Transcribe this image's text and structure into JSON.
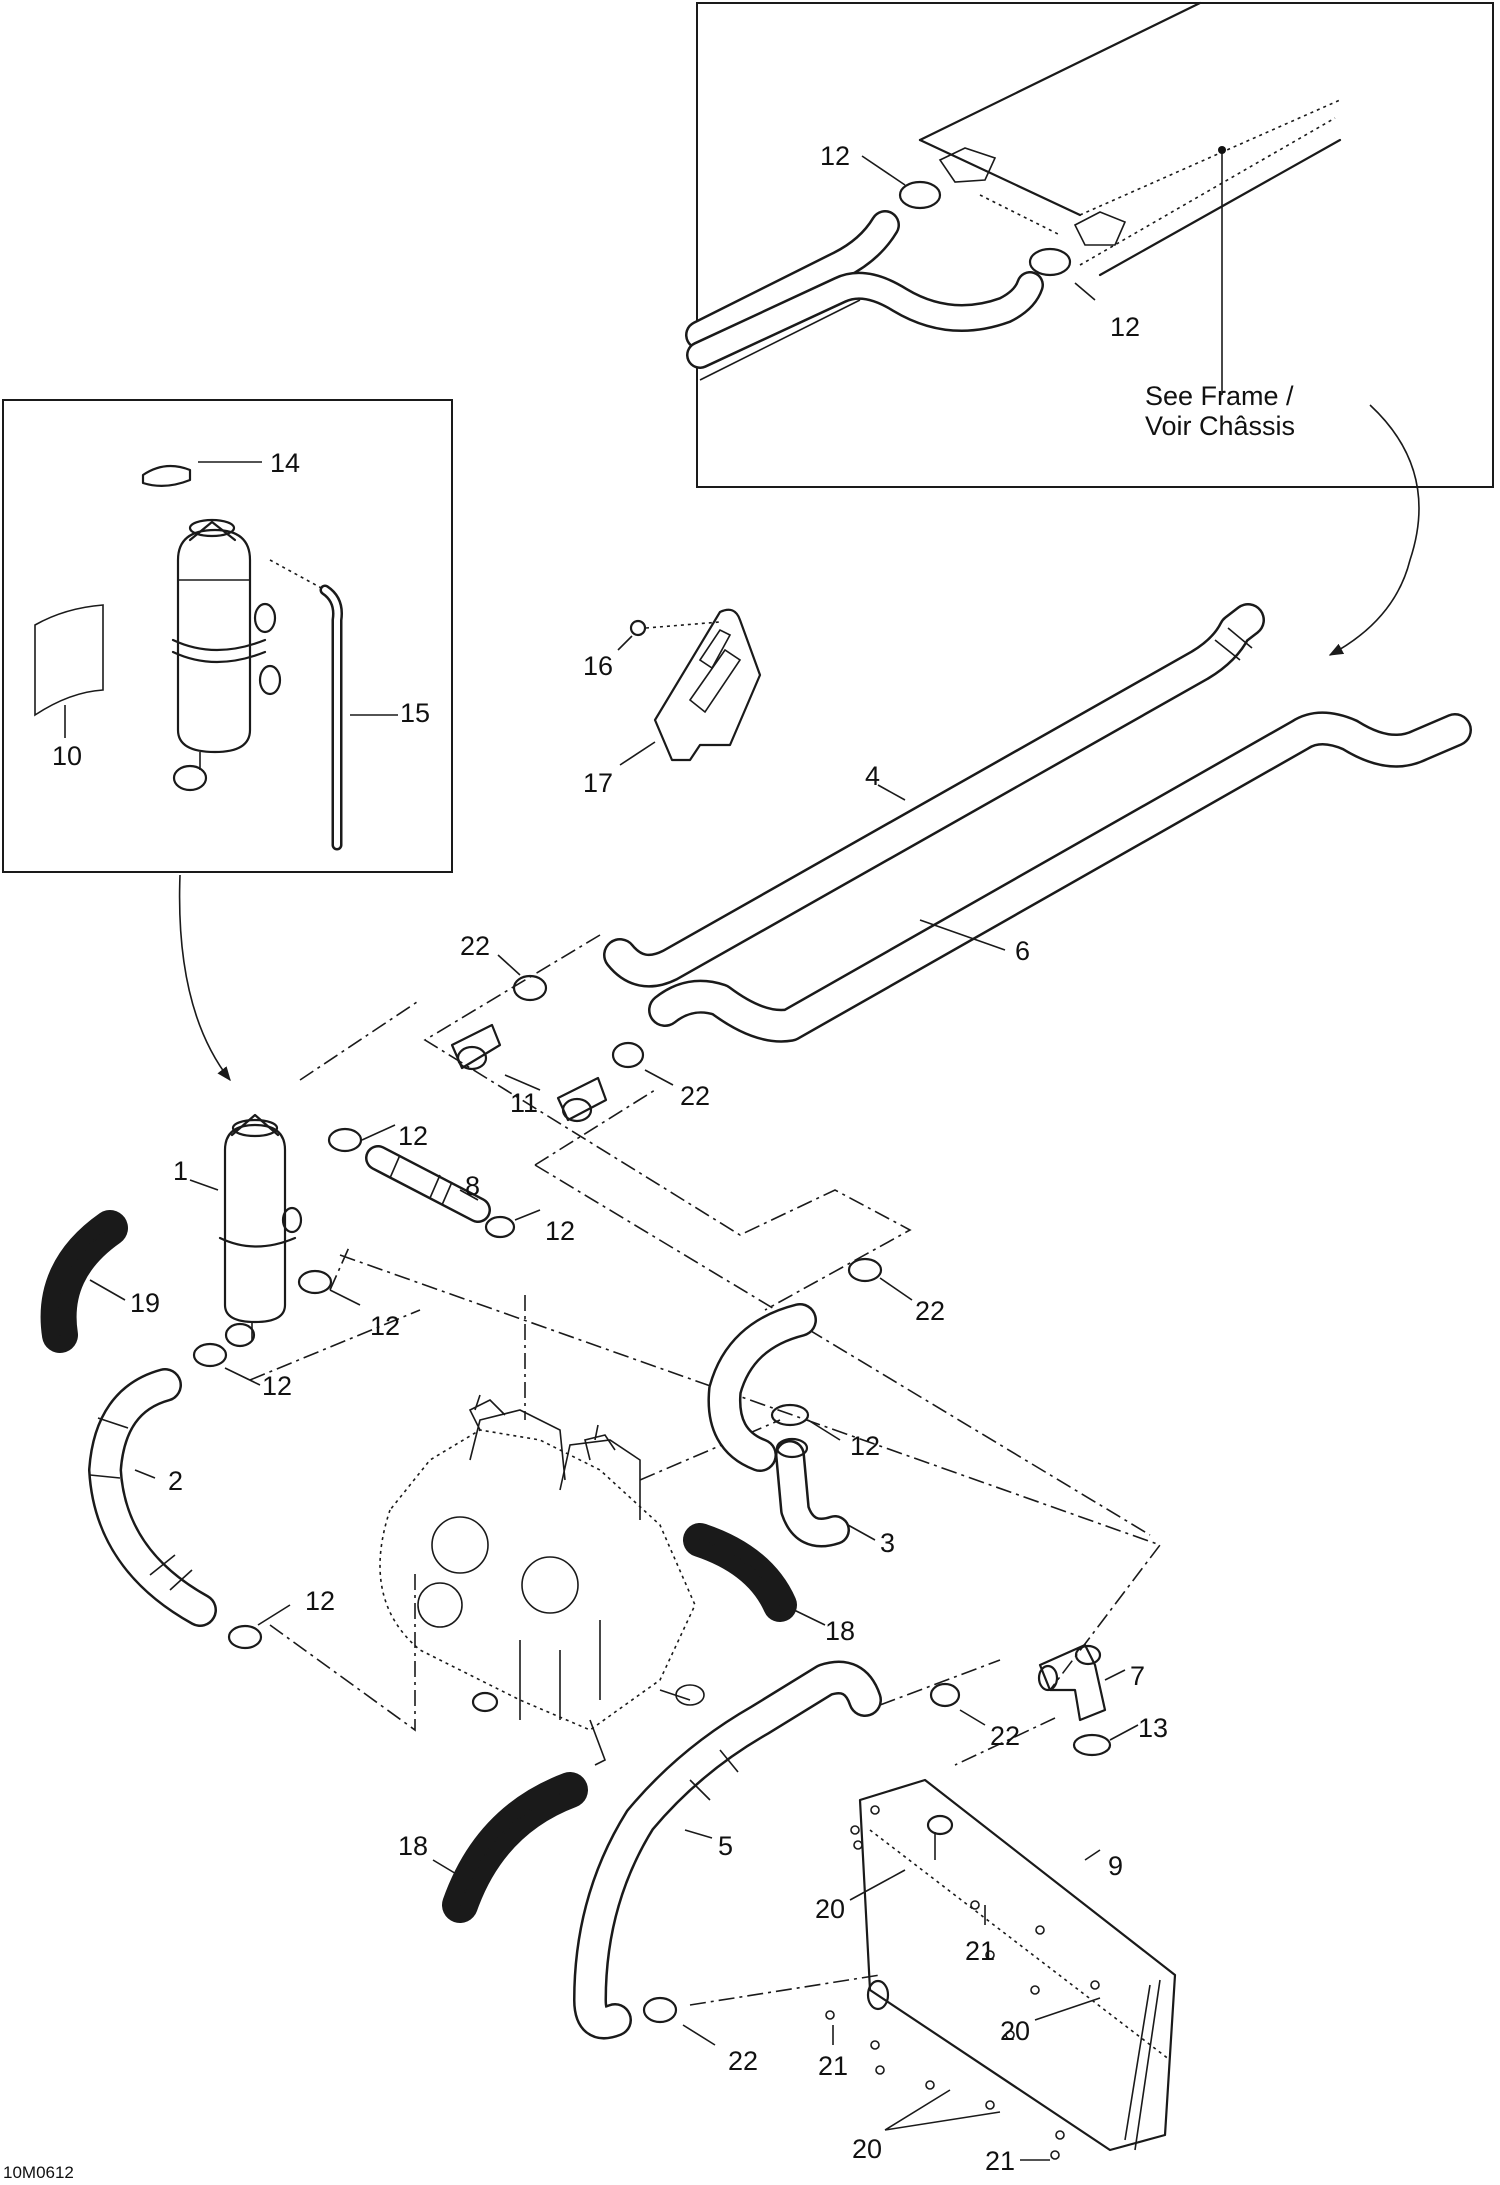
{
  "callouts": {
    "c1": "1",
    "c2": "2",
    "c3": "3",
    "c4": "4",
    "c5": "5",
    "c6": "6",
    "c7": "7",
    "c8": "8",
    "c9": "9",
    "c10": "10",
    "c11": "11",
    "c12": "12",
    "c13": "13",
    "c14": "14",
    "c15": "15",
    "c16": "16",
    "c17": "17",
    "c18": "18",
    "c19": "19",
    "c20": "20",
    "c21": "21",
    "c22": "22"
  },
  "note": {
    "line1": "See Frame /",
    "line2": "Voir Châssis"
  },
  "drawing_code": "10M0612"
}
